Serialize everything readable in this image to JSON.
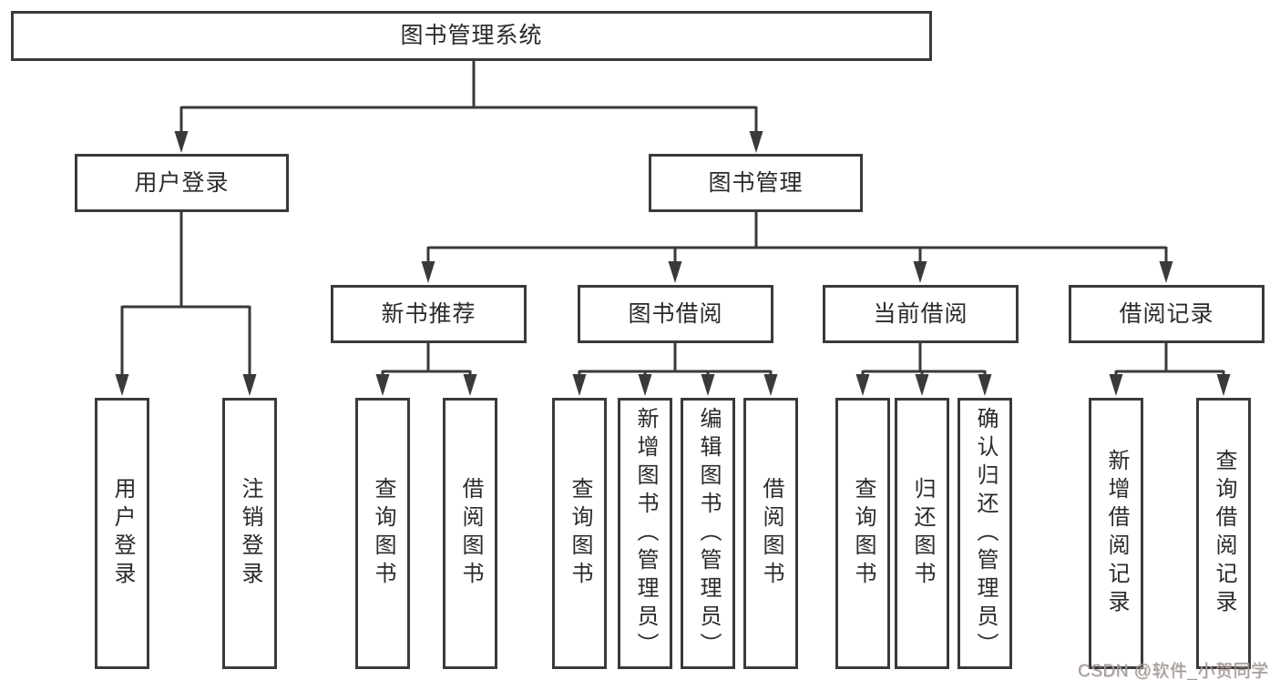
{
  "diagram": {
    "root": {
      "label": "图书管理系统"
    },
    "branches": [
      {
        "label": "用户登录",
        "children": [
          {
            "label": "用户登录"
          },
          {
            "label": "注销登录"
          }
        ]
      },
      {
        "label": "图书管理",
        "children": [
          {
            "label": "新书推荐",
            "children": [
              {
                "label": "查询图书"
              },
              {
                "label": "借阅图书"
              }
            ]
          },
          {
            "label": "图书借阅",
            "children": [
              {
                "label": "查询图书"
              },
              {
                "label": "新增图书（管理员）"
              },
              {
                "label": "编辑图书（管理员）"
              },
              {
                "label": "借阅图书"
              }
            ]
          },
          {
            "label": "当前借阅",
            "children": [
              {
                "label": "查询图书"
              },
              {
                "label": "归还图书"
              },
              {
                "label": "确认归还（管理员）"
              }
            ]
          },
          {
            "label": "借阅记录",
            "children": [
              {
                "label": "新增借阅记录"
              },
              {
                "label": "查询借阅记录"
              }
            ]
          }
        ]
      }
    ]
  },
  "watermark": {
    "text": "CSDN @软件_小贺同学"
  },
  "colors": {
    "line": "#3a3a3a",
    "box_border": "#3a3a3a",
    "box_fill": "#ffffff",
    "text": "#2a2a2a",
    "background": "#ffffff",
    "watermark": "#9c9c9c"
  }
}
